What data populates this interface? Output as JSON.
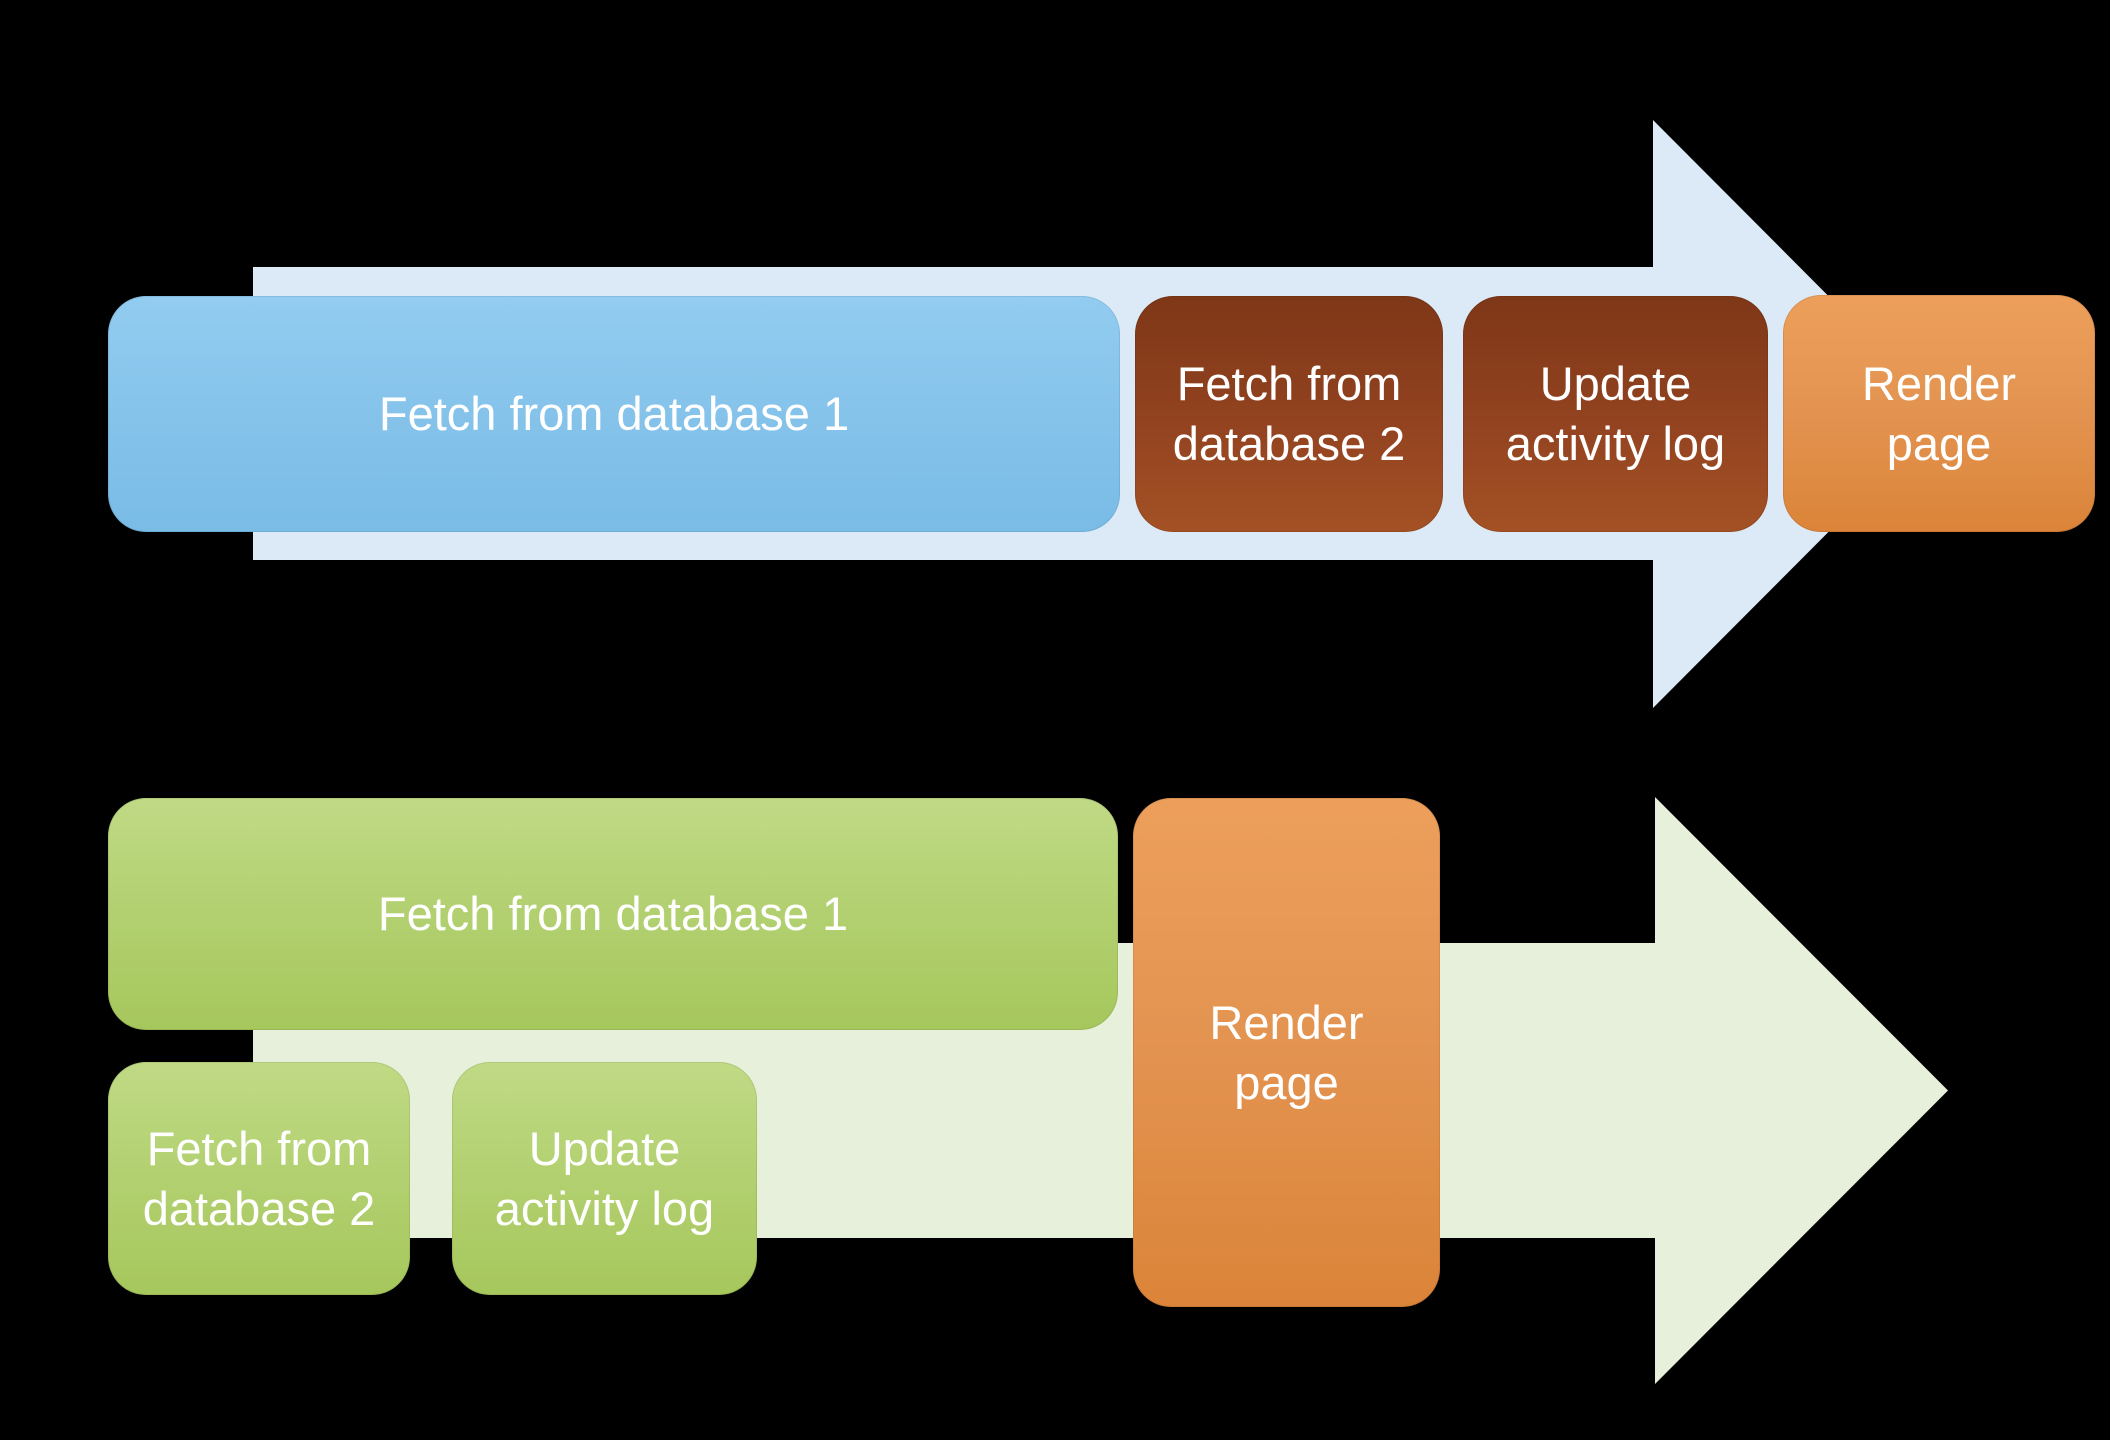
{
  "background_color": "#000000",
  "text_color": "#ffffff",
  "sequential_flow": {
    "arrow_color": "#dce9f6",
    "steps": [
      {
        "label": "Fetch from database 1",
        "fill_top": "#92ccf0",
        "fill_bottom": "#79bce6"
      },
      {
        "label": "Fetch from\ndatabase 2",
        "fill_top": "#7e3717",
        "fill_bottom": "#a35124"
      },
      {
        "label": "Update\nactivity log",
        "fill_top": "#7e3717",
        "fill_bottom": "#a35124"
      },
      {
        "label": "Render\npage",
        "fill_top": "#ec9f5b",
        "fill_bottom": "#db8439"
      }
    ]
  },
  "parallel_flow": {
    "arrow_color": "#e7f0da",
    "steps": [
      {
        "label": "Fetch from database 1",
        "fill_top": "#c0da85",
        "fill_bottom": "#a6c75c"
      },
      {
        "label": "Fetch from\ndatabase 2",
        "fill_top": "#c0da85",
        "fill_bottom": "#a6c75c"
      },
      {
        "label": "Update\nactivity log",
        "fill_top": "#c0da85",
        "fill_bottom": "#a6c75c"
      },
      {
        "label": "Render\npage",
        "fill_top": "#ec9f5b",
        "fill_bottom": "#db8439"
      }
    ]
  }
}
